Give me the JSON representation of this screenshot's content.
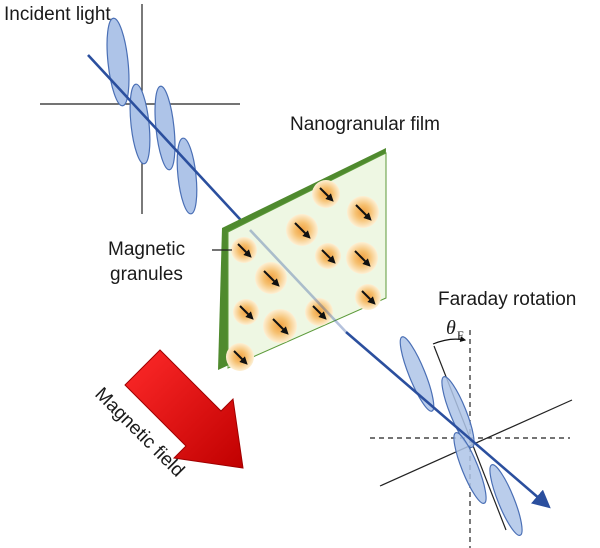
{
  "labels": {
    "incident_light": "Incident light",
    "nanogranular_film": "Nanogranular film",
    "magnetic_granules_line1": "Magnetic",
    "magnetic_granules_line2": "granules",
    "faraday_rotation": "Faraday rotation",
    "theta_symbol": "θ",
    "theta_subscript": "F",
    "magnetic_field": "Magnetic field"
  },
  "colors": {
    "beam": "#2b4f9e",
    "wave_fill": "#aec4e8",
    "wave_stroke": "#4a6fb5",
    "film_face": "#eef7e3",
    "film_edge": "#4f8a2e",
    "granule_core": "#f0a040",
    "granule_halo": "#fbe3b5",
    "field_arrow": "#e01010"
  }
}
